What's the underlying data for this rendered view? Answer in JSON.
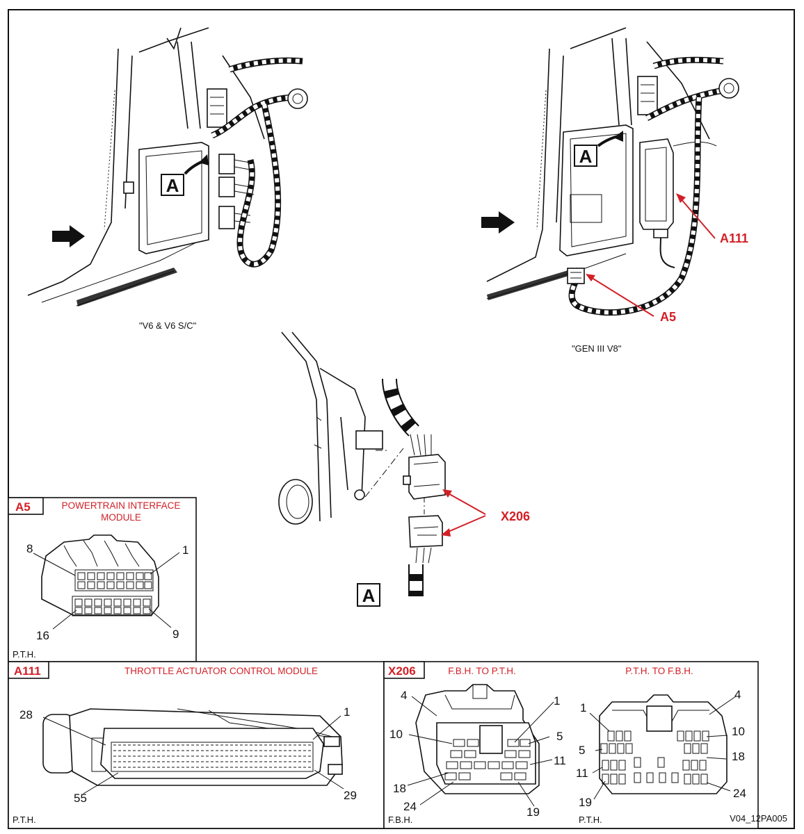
{
  "figure_code": "V04_12PA005",
  "views": {
    "left_caption": "\"V6 & V6 S/C\"",
    "right_caption": "\"GEN III V8\"",
    "detail_label": "A",
    "left_detail_marker": "A",
    "right_detail_marker": "A"
  },
  "callouts": {
    "a111": "A111",
    "a5": "A5",
    "x206": "X206"
  },
  "panel_a5": {
    "tag": "A5",
    "title_line1": "POWERTRAIN INTERFACE",
    "title_line2": "MODULE",
    "pin_top_left": "8",
    "pin_top_right": "1",
    "pin_bottom_left": "16",
    "pin_bottom_right": "9",
    "side_label": "P.T.H."
  },
  "panel_a111": {
    "tag": "A111",
    "title": "THROTTLE  ACTUATOR CONTROL MODULE",
    "pin_top_left": "28",
    "pin_top_right": "1",
    "pin_bottom_left": "55",
    "pin_bottom_right": "29",
    "side_label": "P.T.H."
  },
  "panel_x206": {
    "tag": "X206",
    "left_title": "F.B.H. TO P.T.H.",
    "right_title": "P.T.H. TO F.B.H.",
    "left_pins": [
      "4",
      "1",
      "10",
      "5",
      "11",
      "18",
      "24",
      "19"
    ],
    "right_pins": [
      "1",
      "4",
      "10",
      "5",
      "18",
      "11",
      "19",
      "24"
    ],
    "left_side_label": "F.B.H.",
    "right_side_label": "P.T.H."
  }
}
